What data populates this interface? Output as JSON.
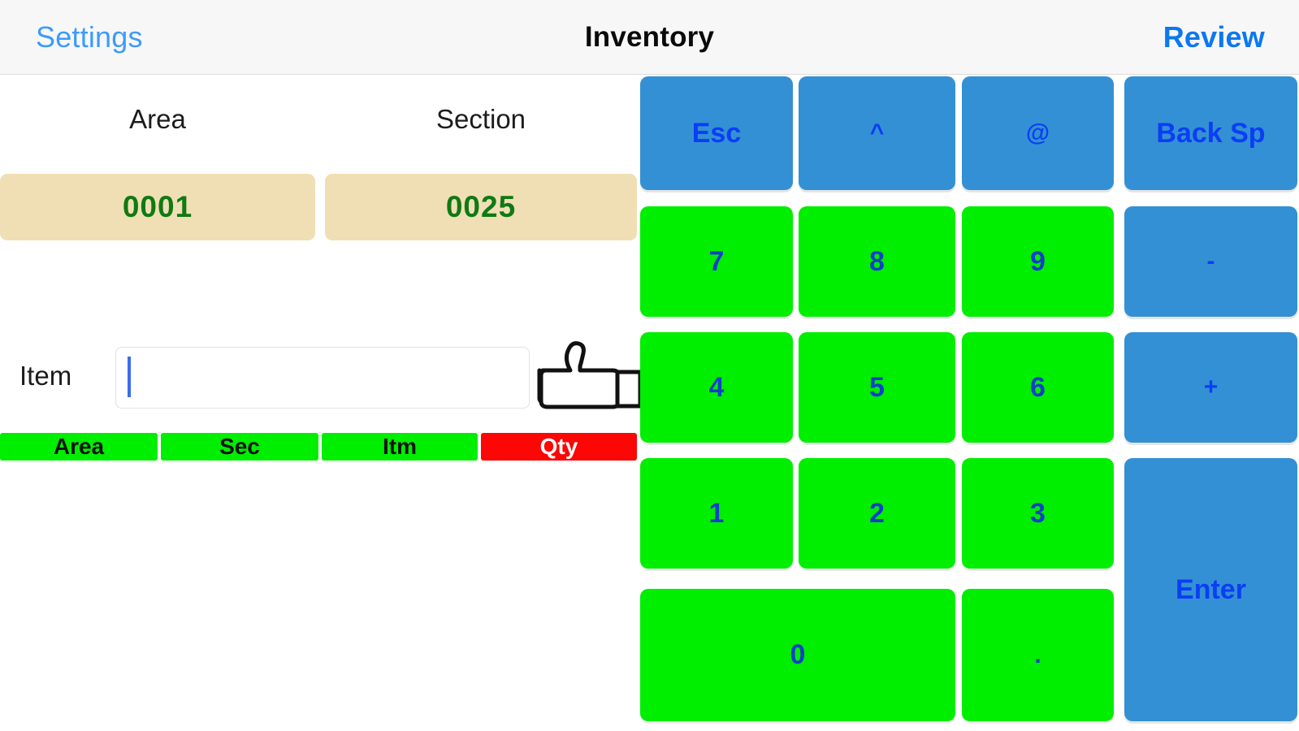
{
  "navbar": {
    "left_button": "Settings",
    "title": "Inventory",
    "right_button": "Review"
  },
  "form": {
    "area": {
      "label": "Area",
      "value": "0001"
    },
    "section": {
      "label": "Section",
      "value": "0025"
    },
    "item": {
      "label": "Item",
      "value": "",
      "placeholder": ""
    }
  },
  "status_bar": [
    {
      "label": "Area",
      "state": "ok"
    },
    {
      "label": "Sec",
      "state": "ok"
    },
    {
      "label": "Itm",
      "state": "ok"
    },
    {
      "label": "Qty",
      "state": "bad"
    }
  ],
  "keypad": {
    "keys": [
      {
        "label": "Esc",
        "kind": "blue"
      },
      {
        "label": "^",
        "kind": "blue"
      },
      {
        "label": "@",
        "kind": "blue"
      },
      {
        "label": "Back Sp",
        "kind": "blue"
      },
      {
        "label": "7",
        "kind": "green"
      },
      {
        "label": "8",
        "kind": "green"
      },
      {
        "label": "9",
        "kind": "green"
      },
      {
        "label": "-",
        "kind": "blue"
      },
      {
        "label": "4",
        "kind": "green"
      },
      {
        "label": "5",
        "kind": "green"
      },
      {
        "label": "6",
        "kind": "green"
      },
      {
        "label": "+",
        "kind": "blue"
      },
      {
        "label": "1",
        "kind": "green"
      },
      {
        "label": "2",
        "kind": "green"
      },
      {
        "label": "3",
        "kind": "green"
      },
      {
        "label": "Enter",
        "kind": "blue"
      },
      {
        "label": "0",
        "kind": "green"
      },
      {
        "label": ".",
        "kind": "green"
      }
    ]
  },
  "cursor": {
    "icon": "thumbs-up-cursor"
  },
  "colors": {
    "accent_blue": "#3d9bfa",
    "key_blue": "#3490d4",
    "key_green": "#00ee00",
    "key_text_blue": "#1040c8",
    "field_beige": "#f0dfb4",
    "value_green": "#0f7a12",
    "status_ok": "#00ee00",
    "status_bad": "#fc0606"
  }
}
